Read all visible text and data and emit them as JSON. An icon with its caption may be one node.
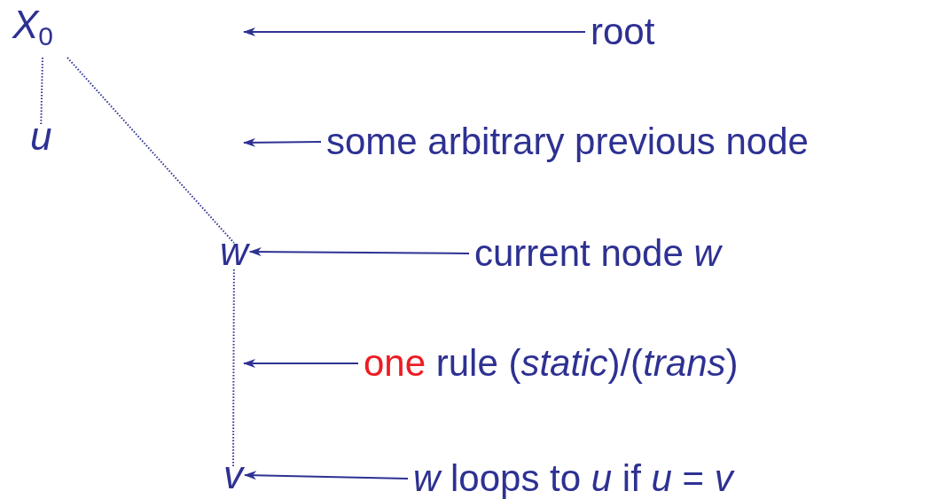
{
  "diagram": {
    "nodes": [
      {
        "text": [
          "*X*$_{0}$"
        ]
      },
      {
        "text": [
          "*u*"
        ]
      },
      {
        "text": [
          "*w*"
        ]
      },
      {
        "text": [
          "*v*"
        ]
      },
      {
        "text": [
          "root"
        ]
      },
      {
        "text": [
          "some arbitrary previous node"
        ]
      },
      {
        "text": [
          "current node *w*"
        ]
      },
      {
        "text": [
          "one rule (*static*)/(*trans*)"
        ]
      },
      {
        "text": [
          "*w* loops to *u* if *u* = *v*"
        ]
      }
    ],
    "edges": [
      {
        "from": 0,
        "to": 1,
        "arrow": "none",
        "style": "dashed"
      },
      {
        "from": 0,
        "to": 2,
        "arrow": "none",
        "style": "dashed"
      },
      {
        "from": 2,
        "to": 3,
        "arrow": "none",
        "style": "dashed"
      },
      {
        "from": 4,
        "to": null,
        "arrow": "to"
      },
      {
        "from": 5,
        "to": null,
        "arrow": "to"
      },
      {
        "from": 6,
        "to": 2,
        "arrow": "to"
      },
      {
        "from": 7,
        "to": null,
        "arrow": "to"
      },
      {
        "from": 8,
        "to": 3,
        "arrow": "to"
      }
    ]
  }
}
